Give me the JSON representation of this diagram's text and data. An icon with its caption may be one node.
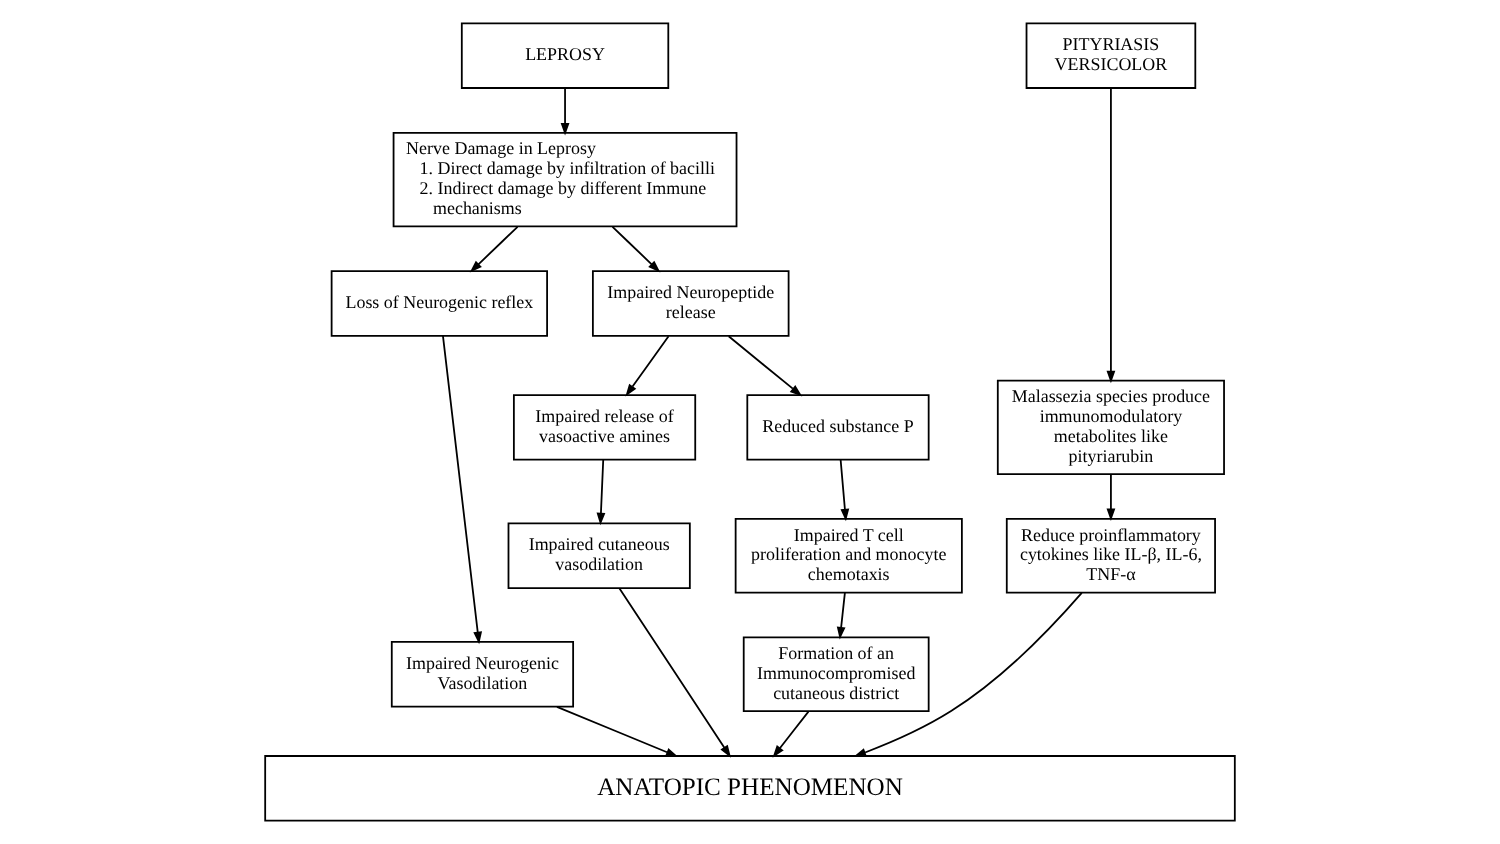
{
  "diagram": {
    "nodes": [
      {
        "text": [
          "LEPROSY"
        ]
      },
      {
        "text": [
          "Nerve Damage in Leprosy",
          "1. Direct damage by infiltration of bacilli",
          "2. Indirect damage by different Immune mechanisms"
        ]
      },
      {
        "text": [
          "Loss of Neurogenic reflex"
        ]
      },
      {
        "text": [
          "Impaired Neuropeptide release"
        ]
      },
      {
        "text": [
          "Impaired Neurogenic Vasodilation"
        ]
      },
      {
        "text": [
          "Impaired release of vasoactive amines"
        ]
      },
      {
        "text": [
          "Reduced substance P"
        ]
      },
      {
        "text": [
          "Impaired cutaneous vasodilation"
        ]
      },
      {
        "text": [
          "Impaired T cell proliferation and monocyte chemotaxis"
        ]
      },
      {
        "text": [
          "Formation of an Immunocompromised cutaneous district"
        ]
      },
      {
        "text": [
          "PITYRIASIS VERSICOLOR"
        ]
      },
      {
        "text": [
          "Malassezia species produce immunomodulatory metabolites like pityriarubin"
        ]
      },
      {
        "text": [
          "Reduce proinflammatory cytokines like IL-β, IL-6, TNF-α"
        ]
      },
      {
        "text": [
          "ANATOPIC PHENOMENON"
        ]
      }
    ],
    "edges": [
      {
        "from": 0,
        "to": 1,
        "arrow": "to"
      },
      {
        "from": 1,
        "to": 2,
        "arrow": "to"
      },
      {
        "from": 1,
        "to": 3,
        "arrow": "to"
      },
      {
        "from": 2,
        "to": 4,
        "arrow": "to"
      },
      {
        "from": 3,
        "to": 5,
        "arrow": "to"
      },
      {
        "from": 3,
        "to": 6,
        "arrow": "to"
      },
      {
        "from": 5,
        "to": 7,
        "arrow": "to"
      },
      {
        "from": 6,
        "to": 8,
        "arrow": "to"
      },
      {
        "from": 8,
        "to": 9,
        "arrow": "to"
      },
      {
        "from": 4,
        "to": 13,
        "arrow": "to"
      },
      {
        "from": 7,
        "to": 13,
        "arrow": "to"
      },
      {
        "from": 9,
        "to": 13,
        "arrow": "to"
      },
      {
        "from": 10,
        "to": 11,
        "arrow": "to"
      },
      {
        "from": 11,
        "to": 12,
        "arrow": "to"
      },
      {
        "from": 12,
        "to": 13,
        "arrow": "to"
      }
    ]
  }
}
